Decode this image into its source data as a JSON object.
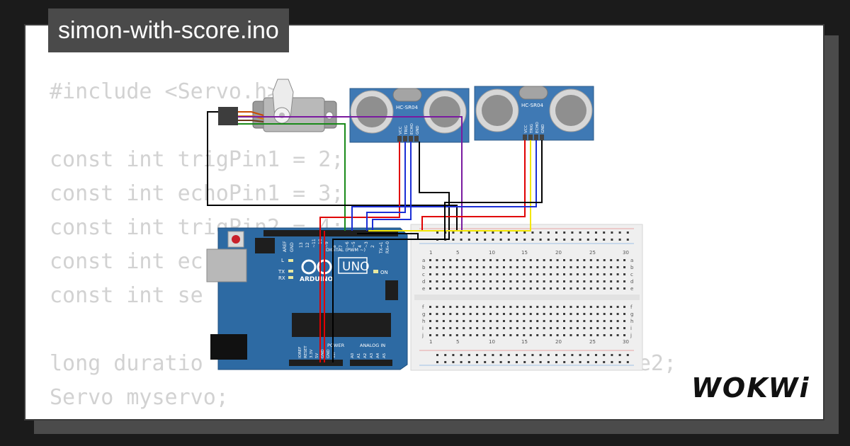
{
  "project": {
    "title": "simon-with-score.ino"
  },
  "code_lines": [
    "#include <Servo.h>",
    "",
    "const int trigPin1 = 2;",
    "const int echoPin1 = 3;",
    "const int trigPin2 = 4;",
    "const int ec",
    "const int se",
    "",
    "long duratio                                 ce2;",
    "Servo myservo;"
  ],
  "arduino": {
    "model": "UNO",
    "brand": "ARDUINO",
    "digital_label": "DIGITAL (PWM ~)",
    "power_label": "POWER",
    "analog_label": "ANALOG IN",
    "on_label": "ON",
    "l_label": "L",
    "tx_label": "TX",
    "rx_label": "RX",
    "aref_label": "AREF",
    "gnd_label": "GND",
    "pin_labels": [
      "13",
      "12",
      "~11",
      "~10",
      "~9",
      "8",
      "7",
      "~6",
      "~5",
      "4",
      "~3",
      "2",
      "TX→1",
      "RX←0"
    ],
    "power_pins": [
      "IOREF",
      "RESET",
      "3.3V",
      "5V",
      "GND",
      "GND",
      "Vin"
    ],
    "analog_pins": [
      "A0",
      "A1",
      "A2",
      "A3",
      "A4",
      "A5"
    ]
  },
  "sensors": [
    {
      "label": "HC-SR04",
      "pins": [
        "VCC",
        "TRIG",
        "ECHO",
        "GND"
      ]
    },
    {
      "label": "HC-SR04",
      "pins": [
        "VCC",
        "TRIG",
        "ECHO",
        "GND"
      ]
    }
  ],
  "breadboard": {
    "column_numbers": [
      "1",
      "5",
      "10",
      "15",
      "20",
      "25",
      "30"
    ],
    "row_letters_top": [
      "a",
      "b",
      "c",
      "d",
      "e"
    ],
    "row_letters_bottom": [
      "f",
      "g",
      "h",
      "i",
      "j"
    ]
  },
  "branding": {
    "logo": "WOKWi"
  },
  "colors": {
    "background": "#1b1b1b",
    "card": "#ffffff",
    "title_bg": "#4a4a4a",
    "code_text": "#d2d2d2",
    "arduino_board": "#2d6aa3",
    "sensor_board": "#3f79b4",
    "wire_red": "#e00000",
    "wire_black": "#000000",
    "wire_blue": "#1b2fd6",
    "wire_yellow": "#f3e600",
    "wire_purple": "#7a1aa0",
    "wire_green": "#1a8a1a"
  }
}
